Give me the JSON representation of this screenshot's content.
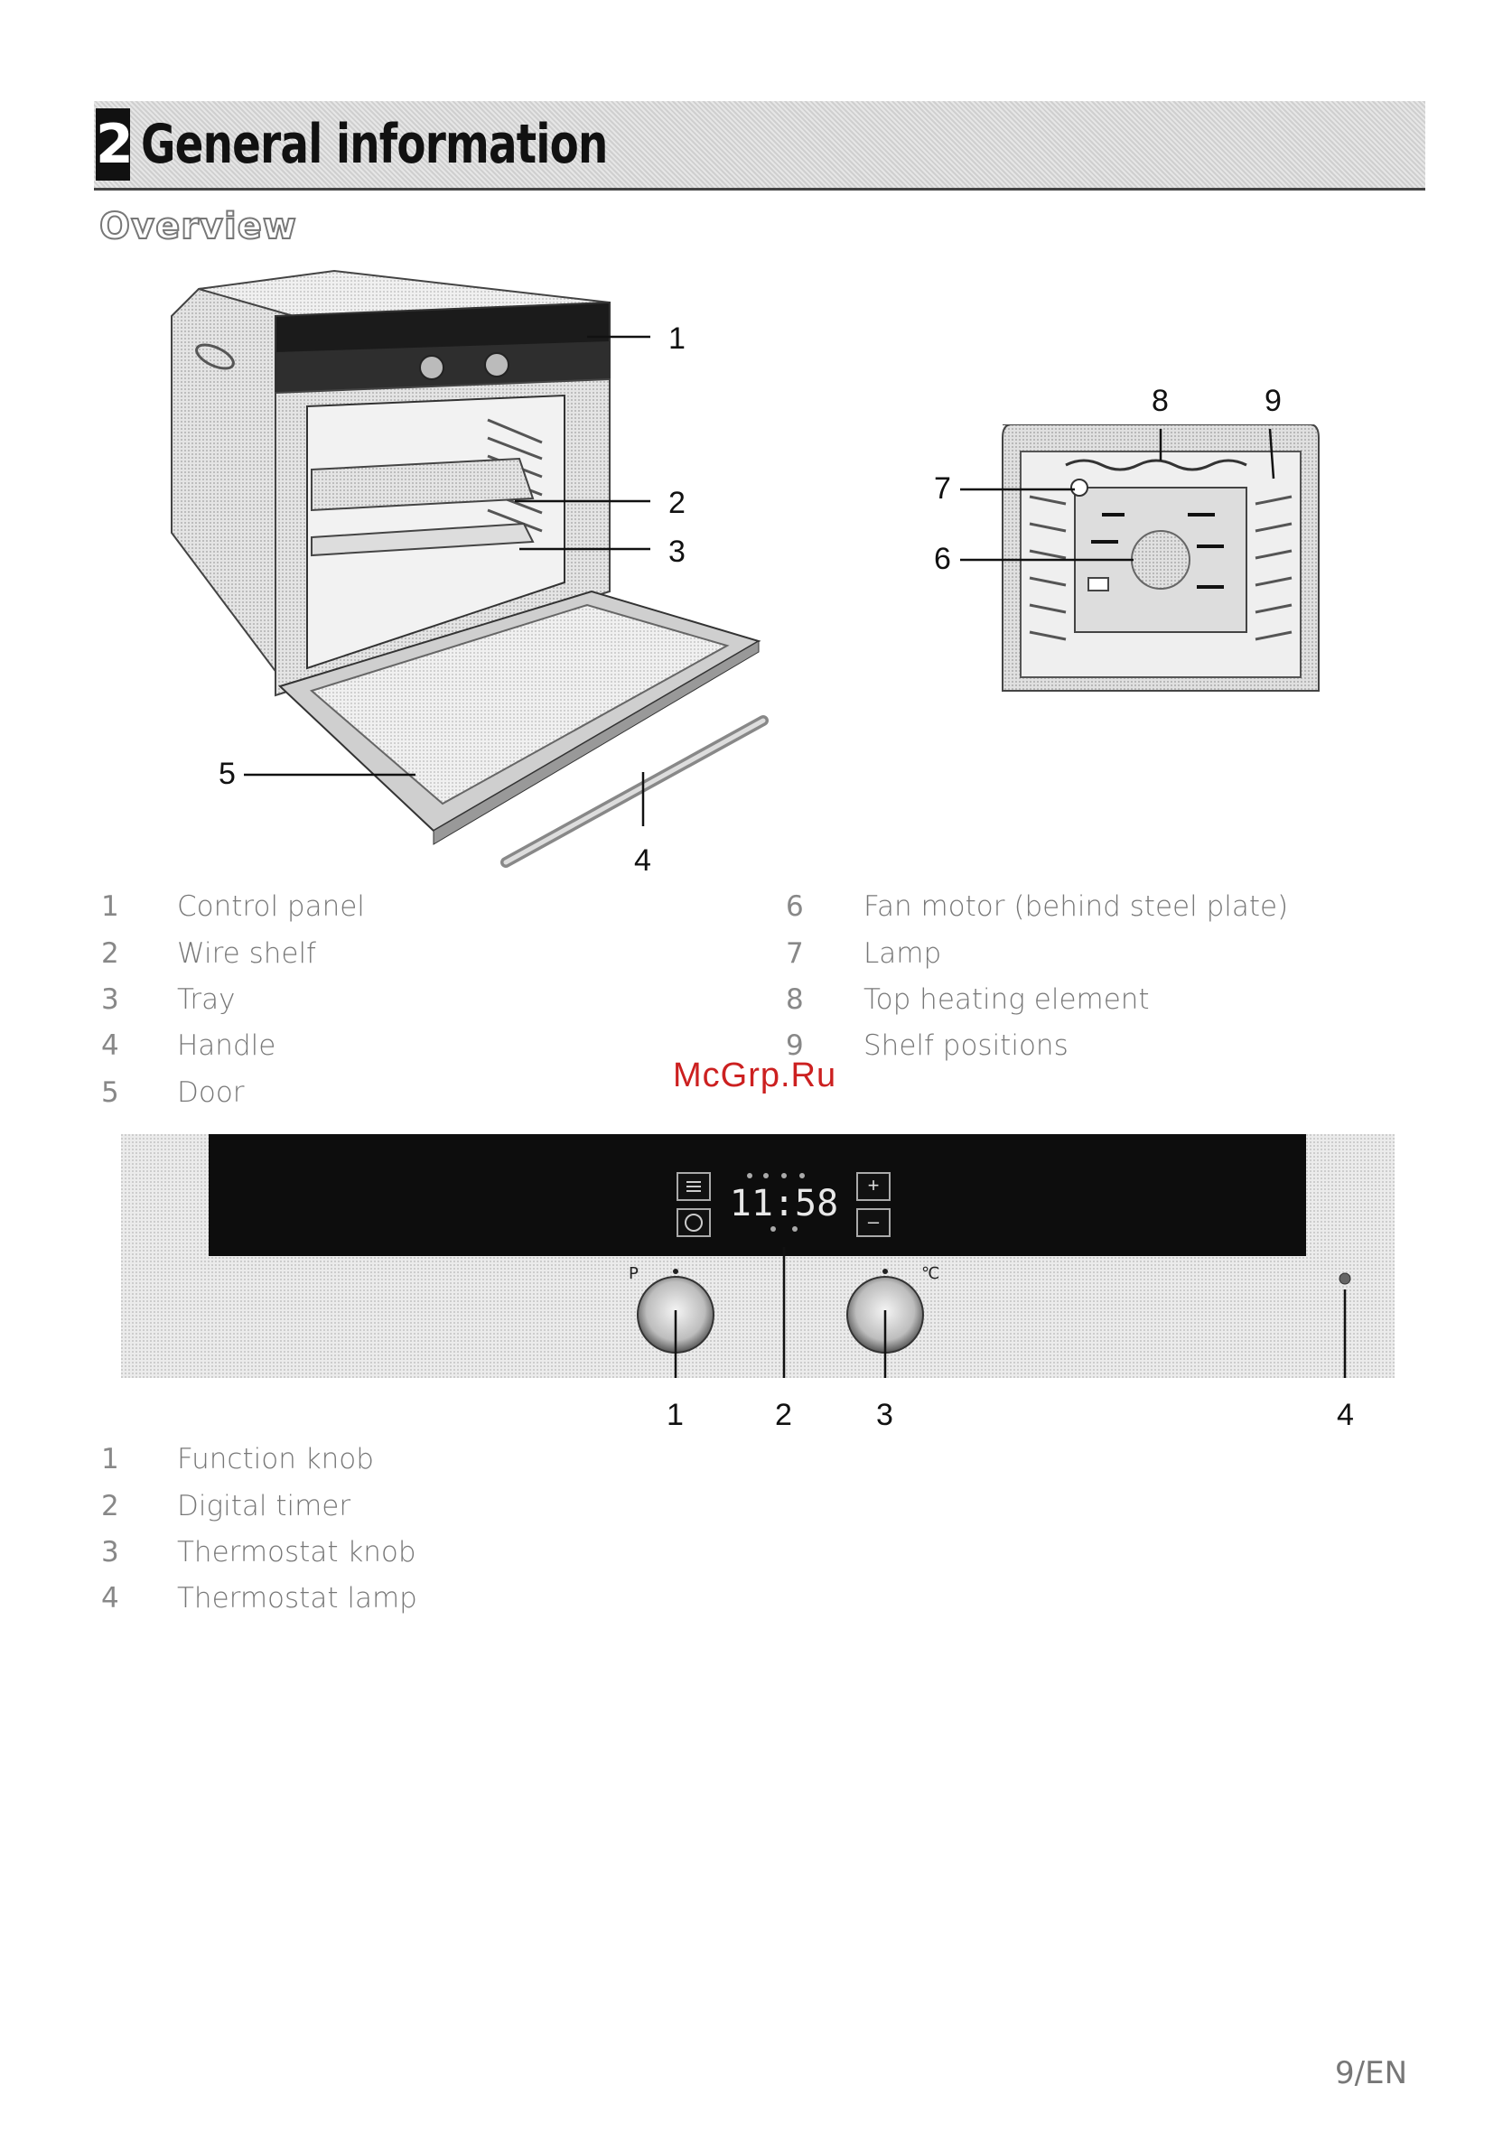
{
  "header": {
    "chapter_number": "2",
    "chapter_title": "General information"
  },
  "section_title": "Overview",
  "oven_diagram": {
    "callouts": [
      "1",
      "2",
      "3",
      "4",
      "5"
    ],
    "legend": [
      {
        "num": "1",
        "label": "Control panel"
      },
      {
        "num": "2",
        "label": "Wire shelf"
      },
      {
        "num": "3",
        "label": "Tray"
      },
      {
        "num": "4",
        "label": "Handle"
      },
      {
        "num": "5",
        "label": "Door"
      }
    ]
  },
  "cavity_diagram": {
    "callouts": [
      "6",
      "7",
      "8",
      "9"
    ],
    "legend": [
      {
        "num": "6",
        "label": "Fan motor (behind steel plate)"
      },
      {
        "num": "7",
        "label": "Lamp"
      },
      {
        "num": "8",
        "label": "Top heating element"
      },
      {
        "num": "9",
        "label": "Shelf positions"
      }
    ]
  },
  "watermark": "McGrp.Ru",
  "control_panel_diagram": {
    "display_time": "11:58",
    "knob_left_label": "P",
    "knob_right_label": "℃",
    "button_plus": "+",
    "button_minus": "–",
    "callouts": [
      "1",
      "2",
      "3",
      "4"
    ],
    "legend": [
      {
        "num": "1",
        "label": "Function knob"
      },
      {
        "num": "2",
        "label": "Digital timer"
      },
      {
        "num": "3",
        "label": "Thermostat knob"
      },
      {
        "num": "4",
        "label": "Thermostat lamp"
      }
    ]
  },
  "page_number": "9/EN"
}
